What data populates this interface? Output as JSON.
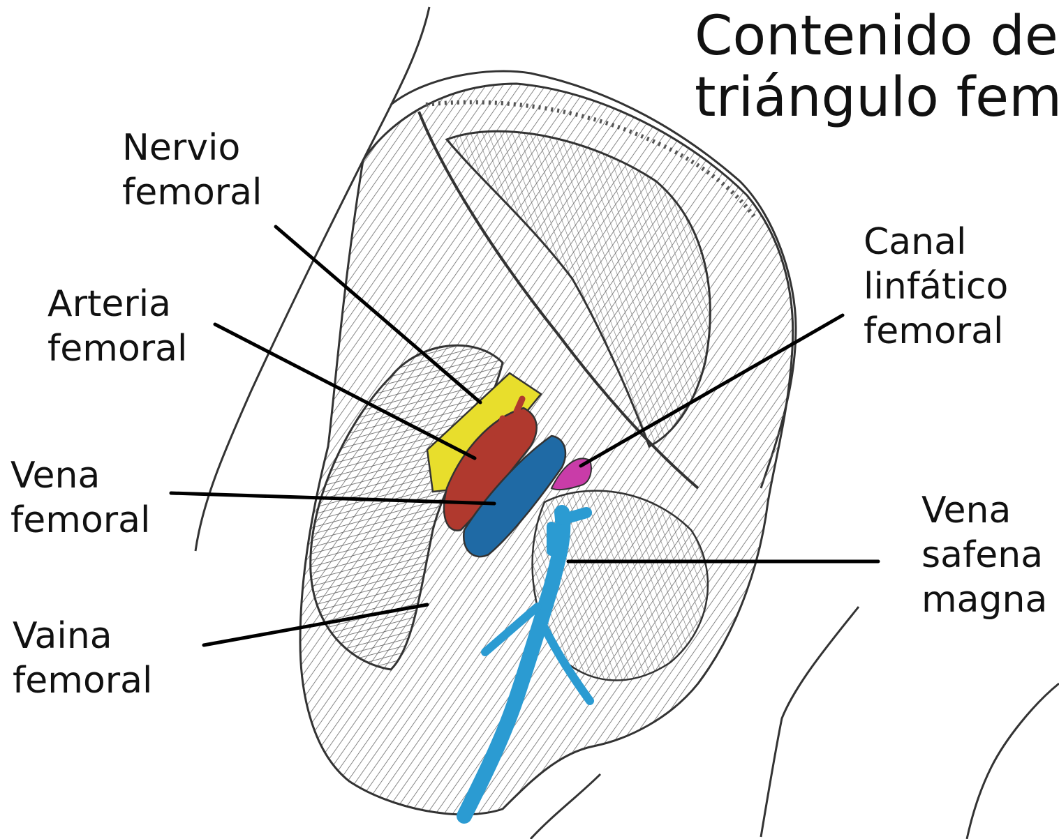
{
  "title": {
    "line1": "Contenido del",
    "line2": "triángulo femoral"
  },
  "labels": {
    "nervio_femoral": {
      "line1": "Nervio",
      "line2": "femoral",
      "color": "#e8de2c"
    },
    "arteria_femoral": {
      "line1": "Arteria",
      "line2": "femoral",
      "color": "#b0392e"
    },
    "vena_femoral": {
      "line1": "Vena",
      "line2": "femoral",
      "color": "#1f6aa5"
    },
    "vaina_femoral": {
      "line1": "Vaina",
      "line2": "femoral"
    },
    "canal_linfatico": {
      "line1": "Canal",
      "line2": "linfático",
      "line3": "femoral",
      "color": "#c93ca8"
    },
    "vena_safena": {
      "line1": "Vena",
      "line2": "safena",
      "line3": "magna",
      "color": "#2b9bd2"
    }
  }
}
